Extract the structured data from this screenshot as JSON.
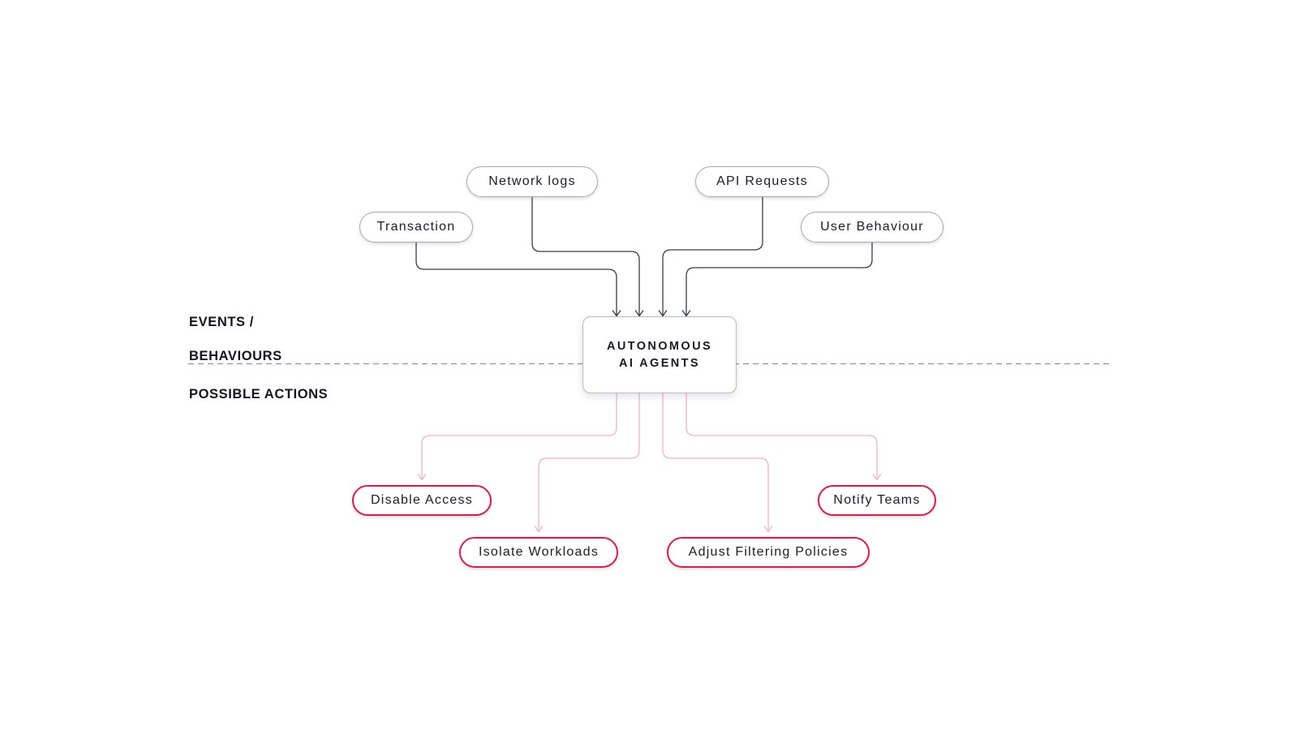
{
  "diagram": {
    "title_node": {
      "line1": "AUTONOMOUS",
      "line2": "AI AGENTS"
    },
    "section_labels": {
      "events_line1": "EVENTS /",
      "events_line2": "BEHAVIOURS",
      "actions": "POSSIBLE ACTIONS"
    },
    "inputs": [
      {
        "id": "transaction",
        "label": "Transaction"
      },
      {
        "id": "network-logs",
        "label": "Network logs"
      },
      {
        "id": "api-requests",
        "label": "API Requests"
      },
      {
        "id": "user-behaviour",
        "label": "User Behaviour"
      }
    ],
    "actions": [
      {
        "id": "disable-access",
        "label": "Disable Access"
      },
      {
        "id": "isolate-workloads",
        "label": "Isolate Workloads"
      },
      {
        "id": "adjust-filtering-policies",
        "label": "Adjust Filtering Policies"
      },
      {
        "id": "notify-teams",
        "label": "Notify Teams"
      }
    ],
    "colors": {
      "input_node_border": "#a6aab3",
      "action_node_border": "#e01a4f",
      "event_connector": "#363c49",
      "action_connector": "#f0b3c4",
      "divider_dashed": "#8e939c",
      "text": "#181a26"
    }
  }
}
